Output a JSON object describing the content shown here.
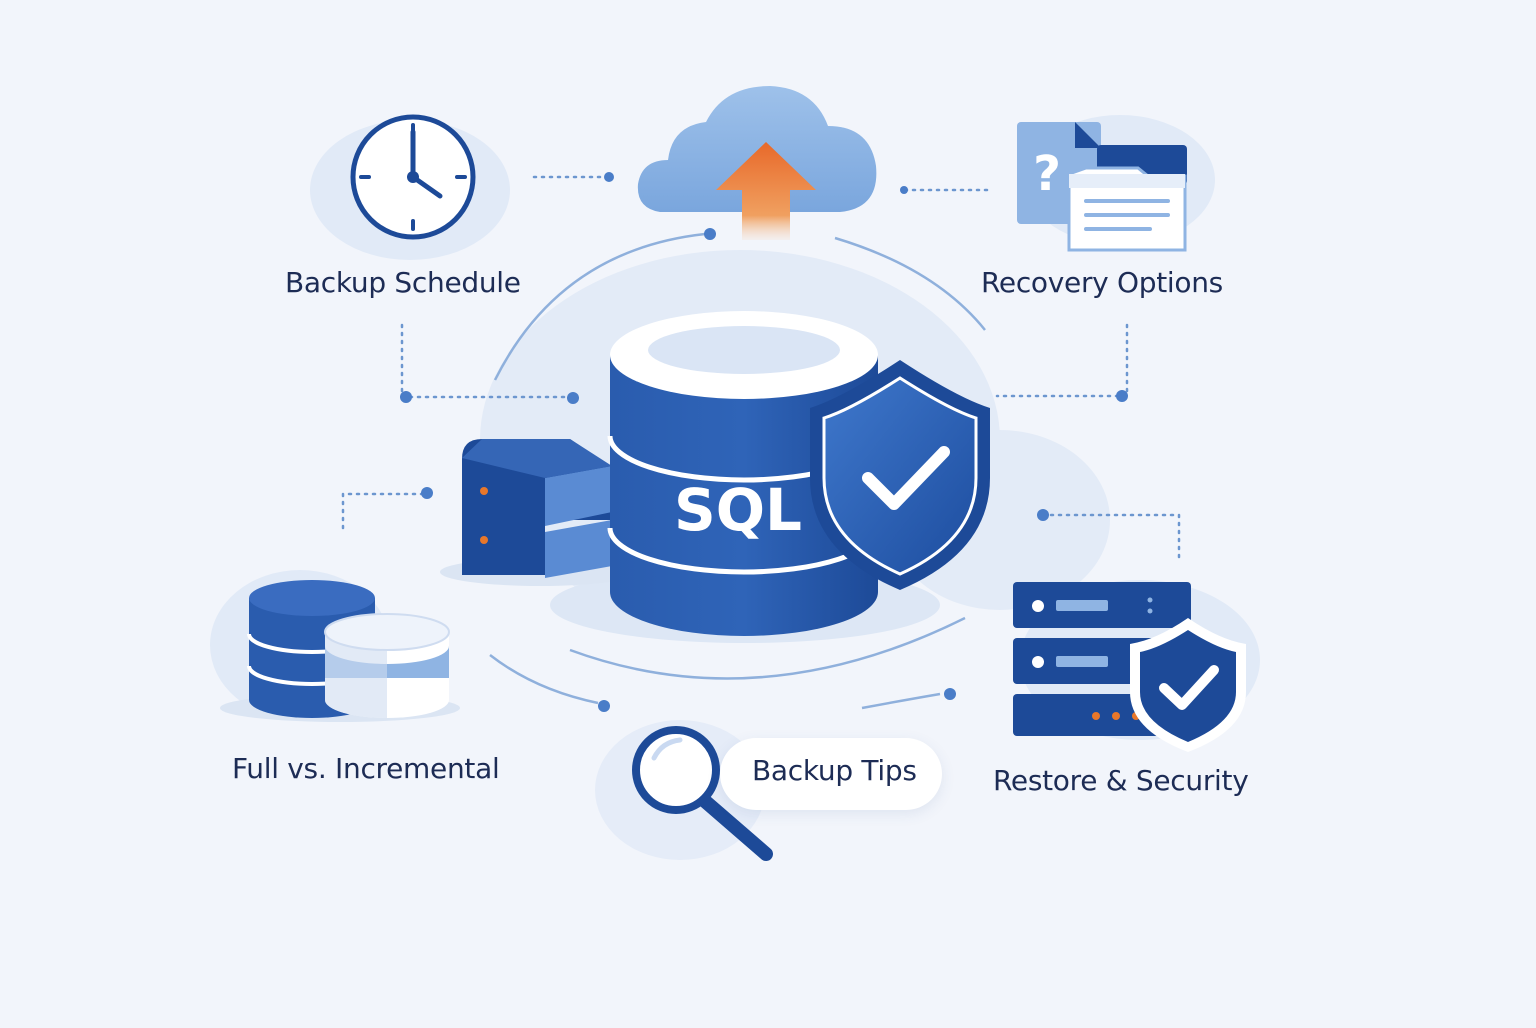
{
  "center": {
    "db_label": "SQL"
  },
  "topics": {
    "backup_schedule": "Backup Schedule",
    "recovery_options": "Recovery Options",
    "full_vs_incremental": "Full vs. Incremental",
    "backup_tips": "Backup Tips",
    "restore_security": "Restore & Security"
  },
  "icons": {
    "backup_schedule": "clock-icon",
    "cloud": "cloud-upload-icon",
    "recovery_options": "folder-question-icon",
    "full_vs_incremental": "stacked-databases-icon",
    "backup_tips": "magnifier-icon",
    "restore_security": "server-shield-icon",
    "center": "sql-database-shield-icon"
  },
  "colors": {
    "primary": "#1f4e9c",
    "dark": "#173f86",
    "light": "#8fb4e3",
    "accent": "#e8772a",
    "text": "#1d2c55",
    "background": "#f2f5fb"
  }
}
